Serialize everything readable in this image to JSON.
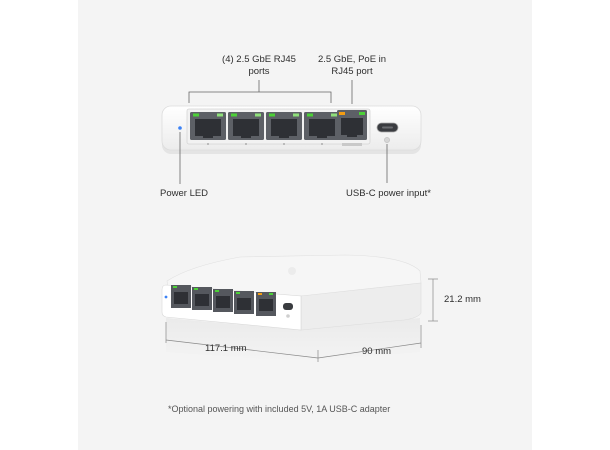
{
  "labels": {
    "rj45_ports_line1": "(4) 2.5 GbE RJ45",
    "rj45_ports_line2": "ports",
    "poe_port_line1": "2.5 GbE, PoE in",
    "poe_port_line2": "RJ45 port",
    "power_led": "Power LED",
    "usbc_input": "USB-C power input*"
  },
  "dimensions": {
    "height": "21.2 mm",
    "width": "117.1 mm",
    "depth": "90 mm"
  },
  "footnote": "*Optional powering with included 5V, 1A USB-C adapter",
  "colors": {
    "panel": "#f4f4f4",
    "device": "#ffffff",
    "link_led": "#4cd137",
    "poe_led": "#f39c12",
    "power_led": "#3b82f6"
  }
}
